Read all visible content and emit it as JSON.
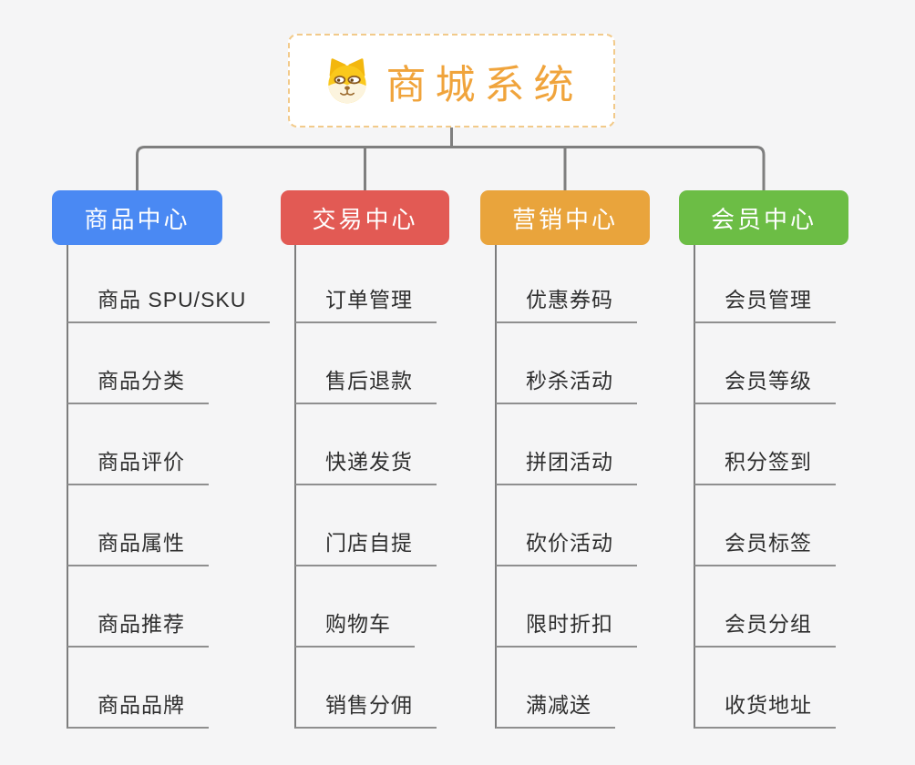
{
  "background_color": "#f5f5f6",
  "connector_color": "#7f7f7f",
  "root": {
    "title": "商城系统",
    "icon": "dog-face-icon",
    "accent_color": "#f0a43c",
    "border_color": "#f2ca8a"
  },
  "branches": [
    {
      "label": "商品中心",
      "color": "#4a89f3",
      "items": [
        "商品 SPU/SKU",
        "商品分类",
        "商品评价",
        "商品属性",
        "商品推荐",
        "商品品牌"
      ]
    },
    {
      "label": "交易中心",
      "color": "#e25a54",
      "items": [
        "订单管理",
        "售后退款",
        "快递发货",
        "门店自提",
        "购物车",
        "销售分佣"
      ]
    },
    {
      "label": "营销中心",
      "color": "#e9a43c",
      "items": [
        "优惠券码",
        "秒杀活动",
        "拼团活动",
        "砍价活动",
        "限时折扣",
        "满减送"
      ]
    },
    {
      "label": "会员中心",
      "color": "#6cbd45",
      "items": [
        "会员管理",
        "会员等级",
        "积分签到",
        "会员标签",
        "会员分组",
        "收货地址"
      ]
    }
  ]
}
